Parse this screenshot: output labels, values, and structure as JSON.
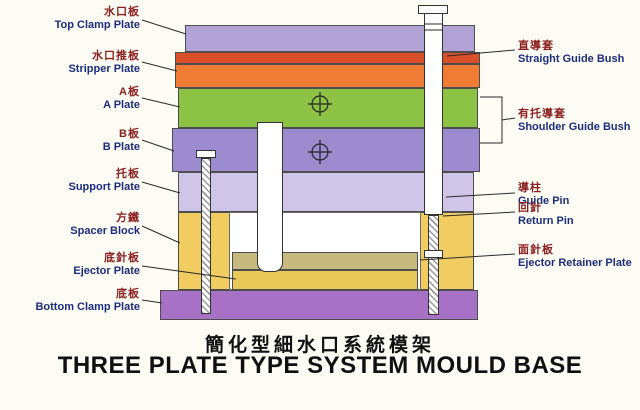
{
  "title": {
    "zh": "簡化型細水口系統模架",
    "en": "THREE PLATE TYPE SYSTEM MOULD BASE"
  },
  "left_labels": [
    {
      "zh": "水口板",
      "en": "Top Clamp Plate"
    },
    {
      "zh": "水口推板",
      "en": "Stripper Plate"
    },
    {
      "zh": "A板",
      "en": "A Plate"
    },
    {
      "zh": "B板",
      "en": "B Plate"
    },
    {
      "zh": "托板",
      "en": "Support Plate"
    },
    {
      "zh": "方鐵",
      "en": "Spacer Block"
    },
    {
      "zh": "底針板",
      "en": "Ejector Plate"
    },
    {
      "zh": "底板",
      "en": "Bottom Clamp Plate"
    }
  ],
  "right_labels": [
    {
      "zh": "直導套",
      "en": "Straight Guide Bush"
    },
    {
      "zh": "有托導套",
      "en": "Shoulder Guide Bush"
    },
    {
      "zh": "導柱",
      "en": "Guide Pin"
    },
    {
      "zh": "回針",
      "en": "Return Pin"
    },
    {
      "zh": "面針板",
      "en": "Ejector Retainer Plate"
    }
  ],
  "colors": {
    "top_clamp": "#b1a3d6",
    "stripper_band": "#d94f2a",
    "stripper": "#ef7b35",
    "a_plate": "#8cc345",
    "b_plate": "#9c8bce",
    "support": "#cec5e8",
    "spacer": "#f0cc61",
    "ejector_retainer": "#c8ba7e",
    "ejector": "#e9c95a",
    "bottom_clamp": "#a771c6",
    "zh_text": "#8b2020",
    "en_text": "#1c2d7d",
    "title_text": "#101010",
    "outline": "#4d4d4d"
  }
}
